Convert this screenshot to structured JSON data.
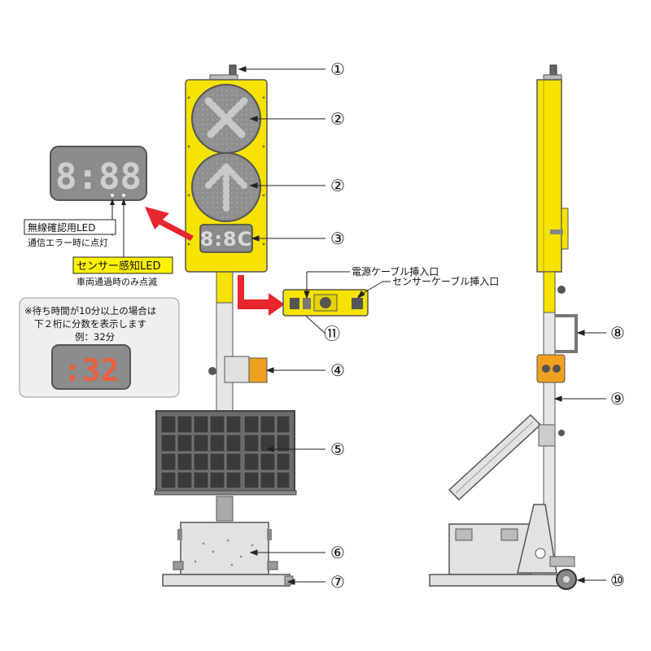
{
  "callouts": [
    "①",
    "②",
    "②",
    "③",
    "④",
    "⑤",
    "⑥",
    "⑦",
    "⑧",
    "⑨",
    "⑩",
    "⑪"
  ],
  "labels": {
    "radio_led": "無線確認用LED",
    "radio_led_note": "通信エラー時に点灯",
    "sensor_led": "センサー感知LED",
    "sensor_led_note": "車両通過時のみ点滅",
    "power_cable": "電源ケーブル挿入口",
    "sensor_cable": "センサーケーブル挿入口",
    "wait_note_1": "※待ち時間が10分以上の場合は",
    "wait_note_2": "下２桁に分数を表示します",
    "wait_note_3": "例：32分"
  },
  "displays": {
    "main_digits": "8:8C",
    "zoom_digits": "8:88",
    "example_digits": ":32"
  },
  "colors": {
    "signal_yellow": "#f7e300",
    "pole_gray": "#e4e4e4",
    "arrow_red": "#e8262e",
    "sensor_led_bg": "#fff100",
    "panel_dark": "#333333",
    "led_gray": "#8c8c8c",
    "led_red": "#e86040"
  }
}
